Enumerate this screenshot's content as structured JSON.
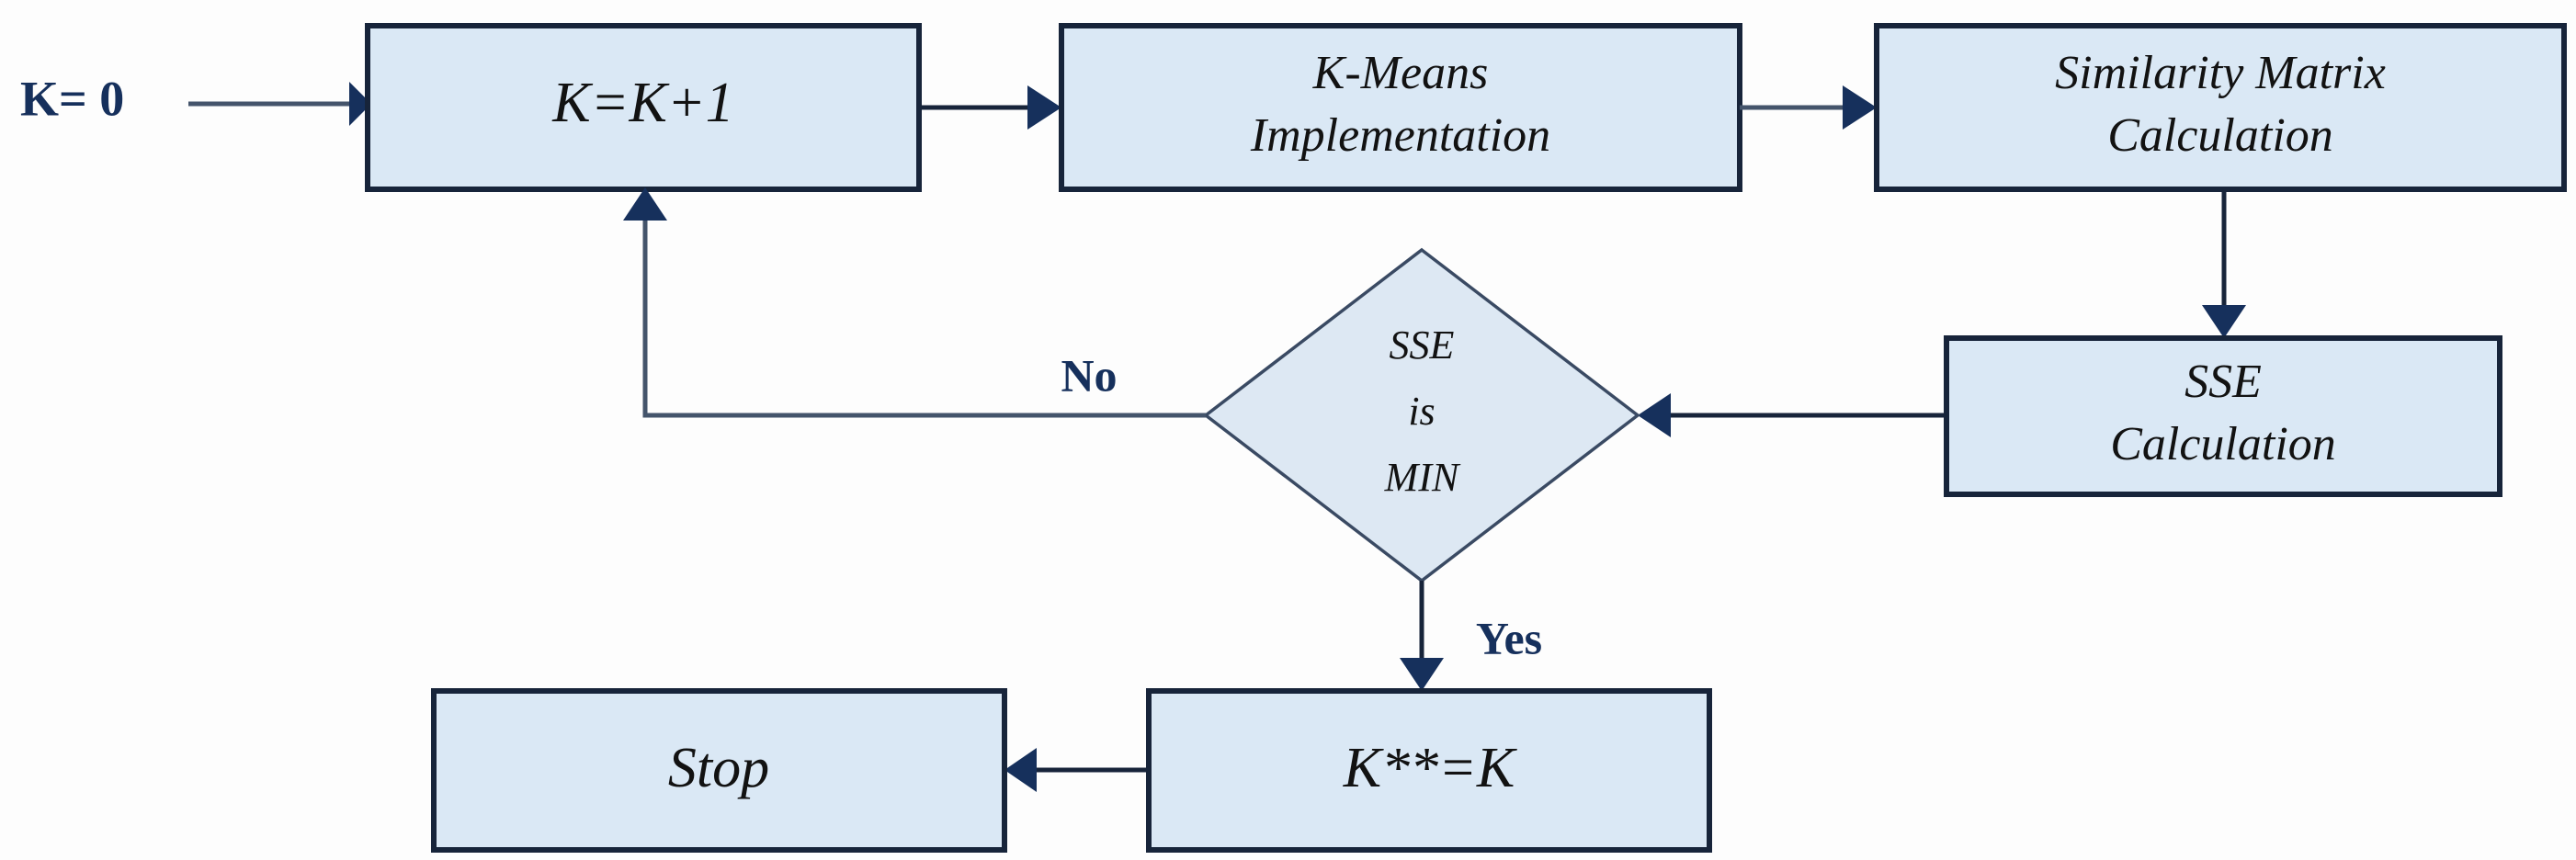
{
  "diagram": {
    "title": "K-Means clustering optimal-K selection flowchart",
    "type": "flowchart",
    "colors": {
      "node_fill": "#dae8f5",
      "node_border": "#17243a",
      "diamond_fill": "#dde8f3",
      "diamond_border": "#3a4a63",
      "edge": "#17243a",
      "label_text": "#16305c",
      "node_text": "#121212",
      "background": "#fdfdfd"
    },
    "start": {
      "label": "K= 0"
    },
    "nodes": [
      {
        "id": "increment",
        "shape": "rectangle",
        "lines": [
          "K=K+1"
        ]
      },
      {
        "id": "kmeans",
        "shape": "rectangle",
        "lines": [
          "K-Means",
          "Implementation"
        ]
      },
      {
        "id": "similarity",
        "shape": "rectangle",
        "lines": [
          "Similarity Matrix",
          "Calculation"
        ]
      },
      {
        "id": "sse",
        "shape": "rectangle",
        "lines": [
          "SSE",
          "Calculation"
        ]
      },
      {
        "id": "decision",
        "shape": "diamond",
        "lines": [
          "SSE",
          "is",
          "MIN"
        ]
      },
      {
        "id": "assign",
        "shape": "rectangle",
        "lines": [
          "K**=K"
        ]
      },
      {
        "id": "stop",
        "shape": "rectangle",
        "lines": [
          "Stop"
        ]
      }
    ],
    "edges": [
      {
        "from": "start",
        "to": "increment",
        "label": ""
      },
      {
        "from": "increment",
        "to": "kmeans",
        "label": ""
      },
      {
        "from": "kmeans",
        "to": "similarity",
        "label": ""
      },
      {
        "from": "similarity",
        "to": "sse",
        "label": ""
      },
      {
        "from": "sse",
        "to": "decision",
        "label": ""
      },
      {
        "from": "decision",
        "to": "increment",
        "label": "No"
      },
      {
        "from": "decision",
        "to": "assign",
        "label": "Yes"
      },
      {
        "from": "assign",
        "to": "stop",
        "label": ""
      }
    ],
    "edge_labels": {
      "no": "No",
      "yes": "Yes"
    }
  }
}
